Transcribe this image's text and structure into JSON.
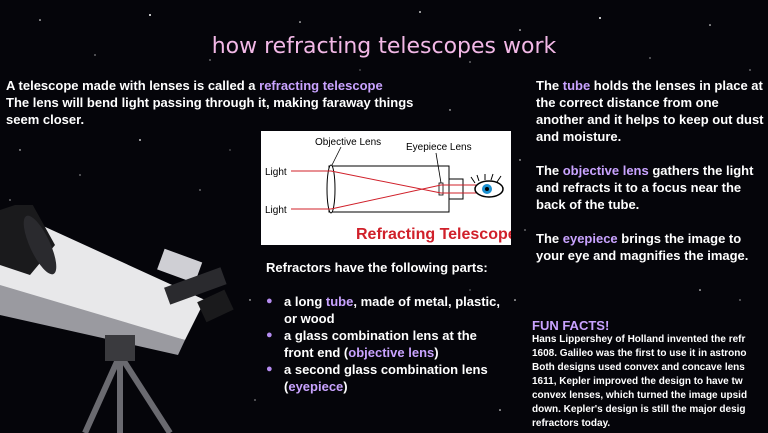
{
  "slide": {
    "title": "how refracting telescopes work",
    "intro": {
      "part1": "A telescope made with lenses is called a ",
      "highlight": "refracting telescope",
      "part2": "The lens will bend light passing through it, making faraway things seem closer."
    },
    "right_col": {
      "p1_a": "The ",
      "p1_hl": "tube",
      "p1_b": " holds the lenses in place at the correct distance from one another and it helps to keep out dust and moisture.",
      "p2_a": "The ",
      "p2_hl": "objective lens",
      "p2_b": " gathers the light and refracts it to a focus near the back of the tube.",
      "p3_a": "The ",
      "p3_hl": "eyepiece",
      "p3_b": " brings the image to your eye and magnifies the image."
    },
    "diagram": {
      "objective_label": "Objective Lens",
      "eyepiece_label": "Eyepiece Lens",
      "light_label_1": "Light",
      "light_label_2": "Light",
      "caption": "Refracting Telescope",
      "caption_color": "#d0202a",
      "ray_color": "#d0202a"
    },
    "parts": {
      "heading": "Refractors have the following parts:",
      "items": [
        {
          "a": "a long ",
          "hl": "tube",
          "b": ", made of metal, plastic, or wood"
        },
        {
          "a": "a glass combination lens at the front end (",
          "hl": "objective lens",
          "b": ")"
        },
        {
          "a": "a second glass combination lens (",
          "hl": "eyepiece",
          "b": ")"
        }
      ]
    },
    "fun_facts": {
      "title": "FUN FACTS!",
      "lines": [
        "Hans Lippershey of Holland invented the refr",
        "1608. Galileo was the first to use it in astrono",
        "Both designs used convex and concave lens",
        "1611, Kepler improved the design to have tw",
        "convex lenses, which turned the image upsid",
        "down. Kepler's design is still the major desig",
        "refractors today."
      ]
    },
    "colors": {
      "title": "#f2b8e6",
      "accent": "#c9a3ff",
      "background": "#05050a"
    }
  }
}
